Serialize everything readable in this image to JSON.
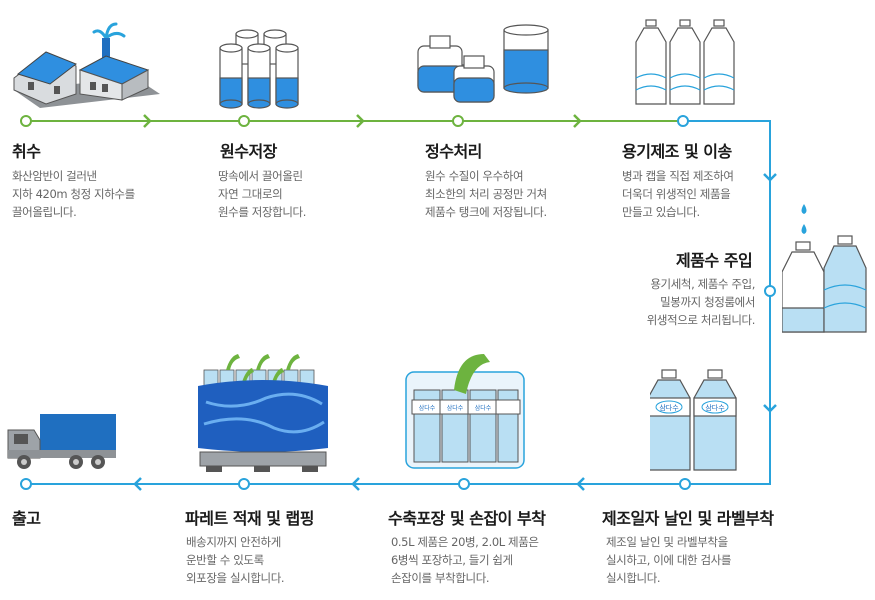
{
  "steps": [
    {
      "title": "취수",
      "desc": "화산암반이 걸러낸\n지하 420m 청정 지하수를\n끌어올립니다."
    },
    {
      "title": "원수저장",
      "desc": "땅속에서 끌어올린\n자연 그대로의\n원수를 저장합니다."
    },
    {
      "title": "정수처리",
      "desc": "원수 수질이 우수하여\n최소한의 처리 공정만 거쳐\n제품수 탱크에 저장됩니다."
    },
    {
      "title": "용기제조 및 이송",
      "desc": "병과 캡을 직접 제조하여\n더욱더 위생적인 제품을\n만들고 있습니다."
    },
    {
      "title": "제품수 주입",
      "desc": "용기세척, 제품수 주입,\n밀봉까지 청정룸에서\n위생적으로 처리됩니다."
    },
    {
      "title": "제조일자 날인 및 라벨부착",
      "desc": "제조일 날인 및 라벨부착을\n실시하고, 이에 대한 검사를\n실시합니다."
    },
    {
      "title": "수축포장 및 손잡이 부착",
      "desc": "0.5L 제품은 20병, 2.0L 제품은\n6병씩 포장하고, 들기 쉽게\n손잡이를 부착합니다."
    },
    {
      "title": "파레트 적재 및 랩핑",
      "desc": "배송지까지 안전하게\n운반할 수 있도록\n외포장을 실시합니다."
    },
    {
      "title": "출고",
      "desc": ""
    }
  ],
  "label_text": "삼다수",
  "colors": {
    "green": "#6db33f",
    "blue": "#29a3dc",
    "dark": "#1a1a1a",
    "gray": "#666666"
  },
  "icons": [
    "factory-icon",
    "storage-tanks-icon",
    "purification-tanks-icon",
    "empty-bottles-icon",
    "filled-bottles-icon",
    "labeled-bottles-icon",
    "shrink-pack-icon",
    "pallet-icon",
    "truck-icon"
  ]
}
